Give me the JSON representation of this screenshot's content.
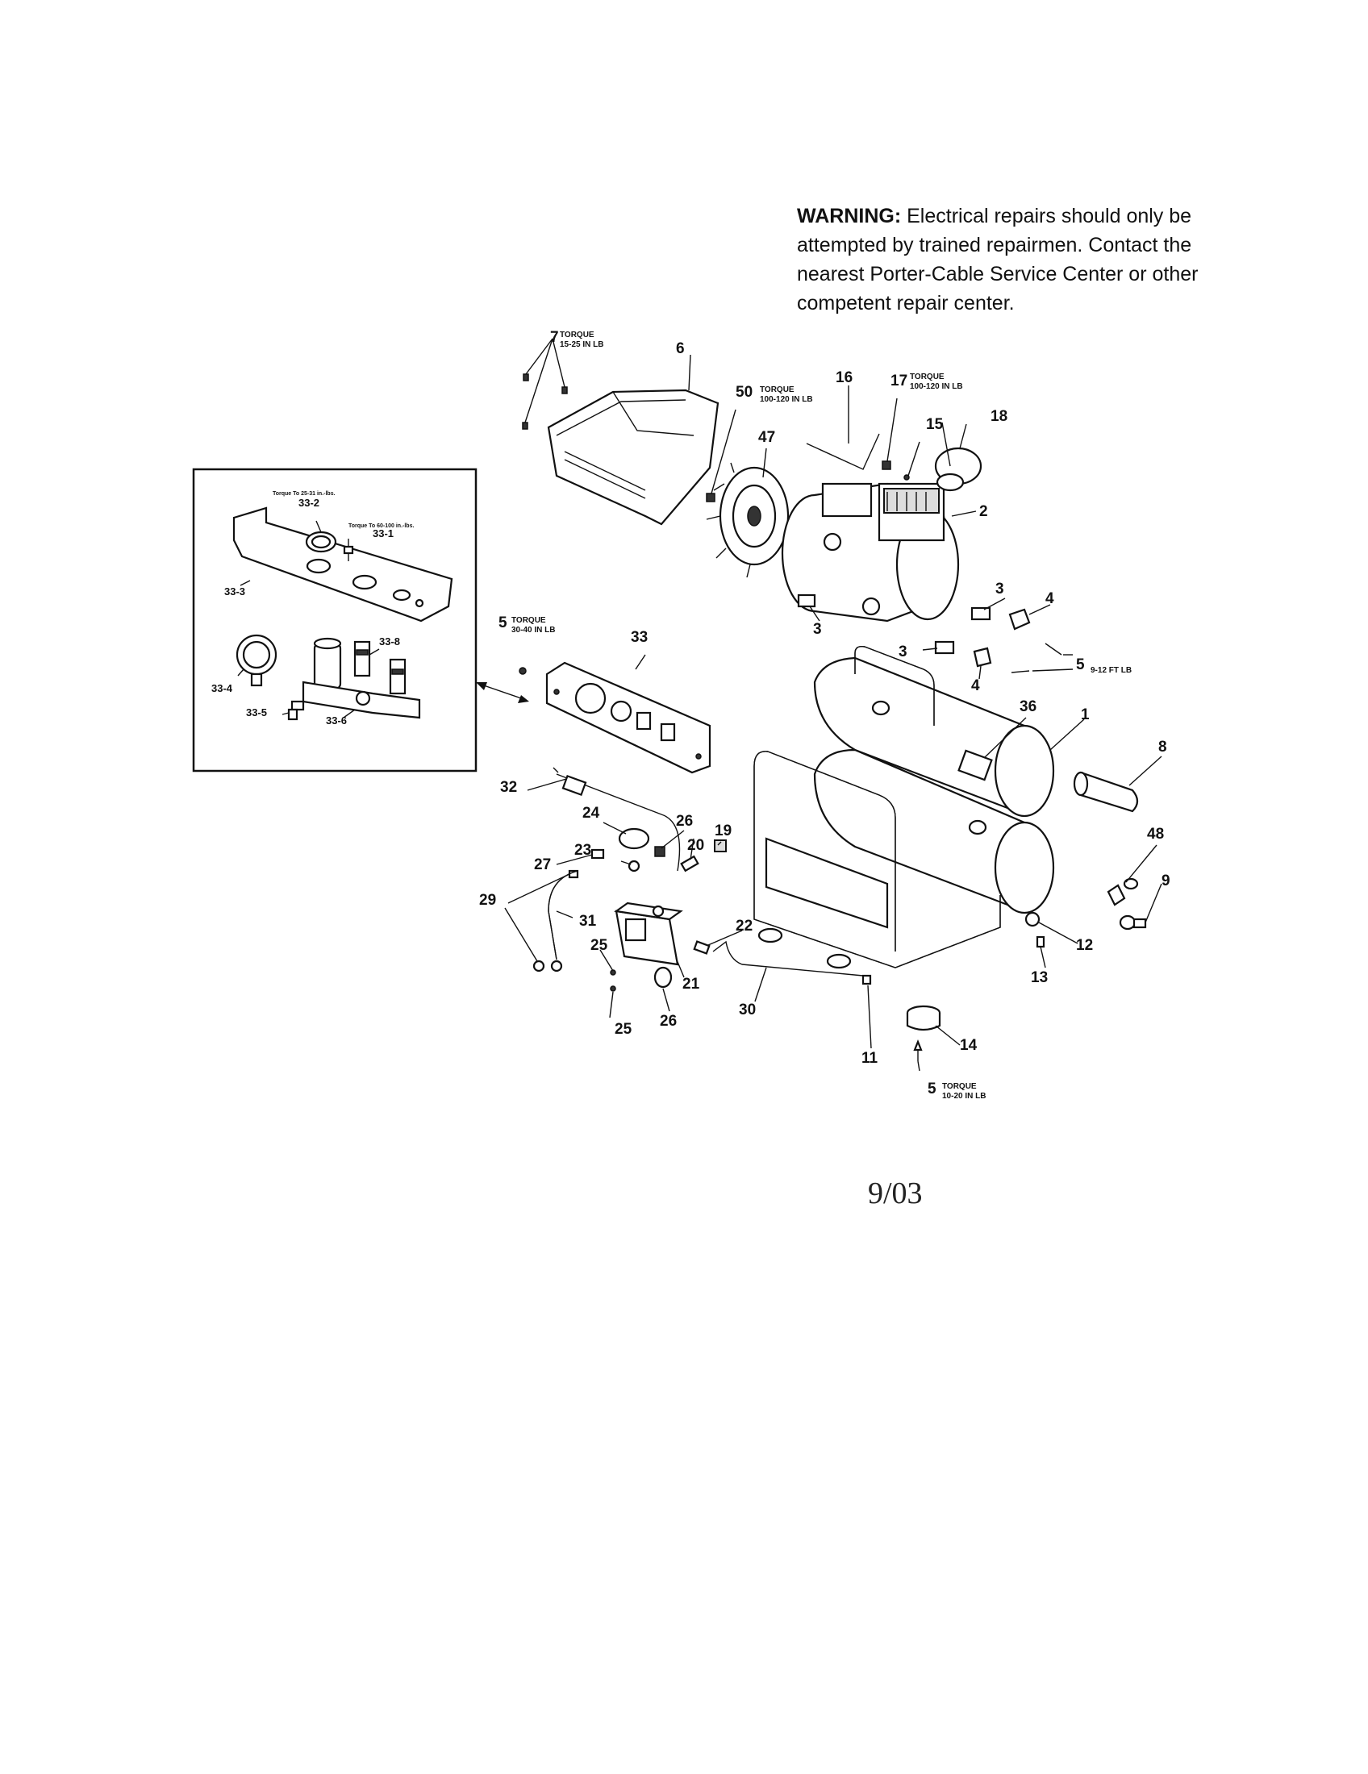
{
  "warning": {
    "title": "WARNING:",
    "text": "Electrical repairs should only be attempted by trained repairmen.  Contact the nearest Porter-Cable Service Center or other competent repair center."
  },
  "date": "9/03",
  "inset": {
    "notes": {
      "torque_33_2": "Torque To 25-31 in.-lbs.",
      "torque_33_1": "Torque To 60-100 in.-lbs."
    },
    "labels": [
      "33-2",
      "33-1",
      "33-3",
      "33-8",
      "33-4",
      "33-5",
      "33-6"
    ]
  },
  "callouts": {
    "c1": "1",
    "c2": "2",
    "c3a": "3",
    "c3b": "3",
    "c3c": "3",
    "c4a": "4",
    "c4b": "4",
    "c5a": "5",
    "c5b": "5",
    "c5c": "5",
    "c6": "6",
    "c7": "7",
    "c8": "8",
    "c9": "9",
    "c11": "11",
    "c12": "12",
    "c13": "13",
    "c14": "14",
    "c15": "15",
    "c16": "16",
    "c17": "17",
    "c18": "18",
    "c19": "19",
    "c20": "20",
    "c21": "21",
    "c22": "22",
    "c23": "23",
    "c24": "24",
    "c25a": "25",
    "c25b": "25",
    "c26a": "26",
    "c26b": "26",
    "c27": "27",
    "c29": "29",
    "c30": "30",
    "c31": "31",
    "c32": "32",
    "c33": "33",
    "c36": "36",
    "c47": "47",
    "c48": "48",
    "c50": "50"
  },
  "torque": {
    "t7_a": "TORQUE",
    "t7_b": "15-25 IN LB",
    "t50_a": "TORQUE",
    "t50_b": "100-120 IN LB",
    "t17_a": "TORQUE",
    "t17_b": "100-120 IN LB",
    "t5a_a": "TORQUE",
    "t5a_b": "30-40 IN LB",
    "t5b": "9-12 FT LB",
    "t5c_a": "TORQUE",
    "t5c_b": "10-20 IN LB"
  }
}
